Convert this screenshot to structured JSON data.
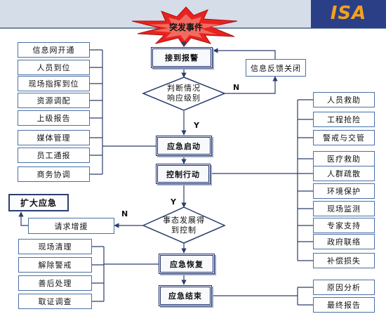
{
  "logo": {
    "text": "ISA"
  },
  "title": "突发事件",
  "center_nodes": {
    "receive": "接到报警",
    "judge_line1": "判断情况",
    "judge_line2": "响应级别",
    "feedback": "信息反馈关闭",
    "start": "应急启动",
    "control": "控制行动",
    "develop_line1": "事态发展得",
    "develop_line2": "到控制",
    "escalate": "请求增援",
    "expand": "扩大应急",
    "recover": "应急恢复",
    "end": "应急结束"
  },
  "edge_labels": {
    "no1": "N",
    "yes1": "Y",
    "yes2": "Y",
    "no2": "N"
  },
  "left_group_top": [
    "信息网开通",
    "人员到位",
    "现场指挥到位",
    "资源调配",
    "上级报告",
    "媒体管理",
    "员工通报",
    "商务协调"
  ],
  "left_group_bottom": [
    "现场清理",
    "解除警戒",
    "善后处理",
    "取证调查"
  ],
  "right_group_top": [
    "人员救助",
    "工程抢险",
    "警戒与交管",
    "医疗救助",
    "人群疏散",
    "环境保护",
    "现场监测",
    "专家支持",
    "政府联络",
    "补偿损失"
  ],
  "right_group_bottom": [
    "原因分析",
    "最终报告"
  ],
  "colors": {
    "accent": "#f4a21c",
    "logo_bg": "#2b3f87",
    "burst": "#e8231e",
    "line": "#2c3d6c"
  }
}
